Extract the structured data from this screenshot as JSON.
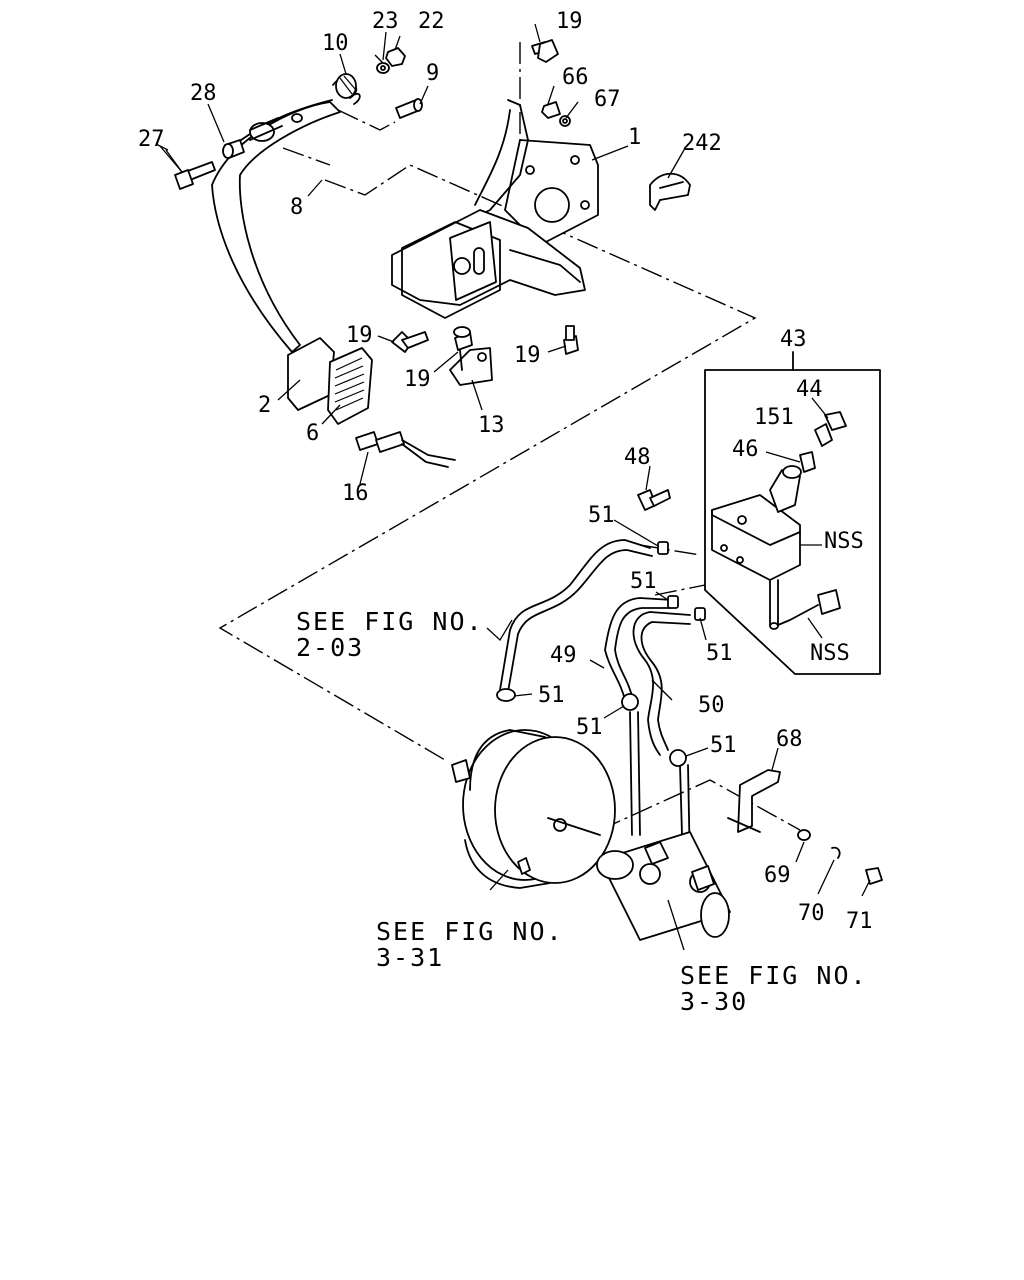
{
  "callouts": {
    "c1": "1",
    "c2": "2",
    "c6": "6",
    "c8": "8",
    "c9": "9",
    "c10": "10",
    "c13": "13",
    "c16": "16",
    "c19a": "19",
    "c19b": "19",
    "c19c": "19",
    "c19d": "19",
    "c22": "22",
    "c23": "23",
    "c27": "27",
    "c28": "28",
    "c43": "43",
    "c44": "44",
    "c46": "46",
    "c48": "48",
    "c49": "49",
    "c50": "50",
    "c51a": "51",
    "c51b": "51",
    "c51c": "51",
    "c51d": "51",
    "c51e": "51",
    "c51f": "51",
    "c66": "66",
    "c67": "67",
    "c68": "68",
    "c69": "69",
    "c70": "70",
    "c71": "71",
    "c151": "151",
    "c242": "242",
    "nss1": "NSS",
    "nss2": "NSS"
  },
  "references": {
    "fig_2_03_line1": "SEE FIG NO.",
    "fig_2_03_line2": "2-03",
    "fig_3_31_line1": "SEE FIG NO.",
    "fig_3_31_line2": "3-31",
    "fig_3_30_line1": "SEE FIG NO.",
    "fig_3_30_line2": "3-30"
  }
}
